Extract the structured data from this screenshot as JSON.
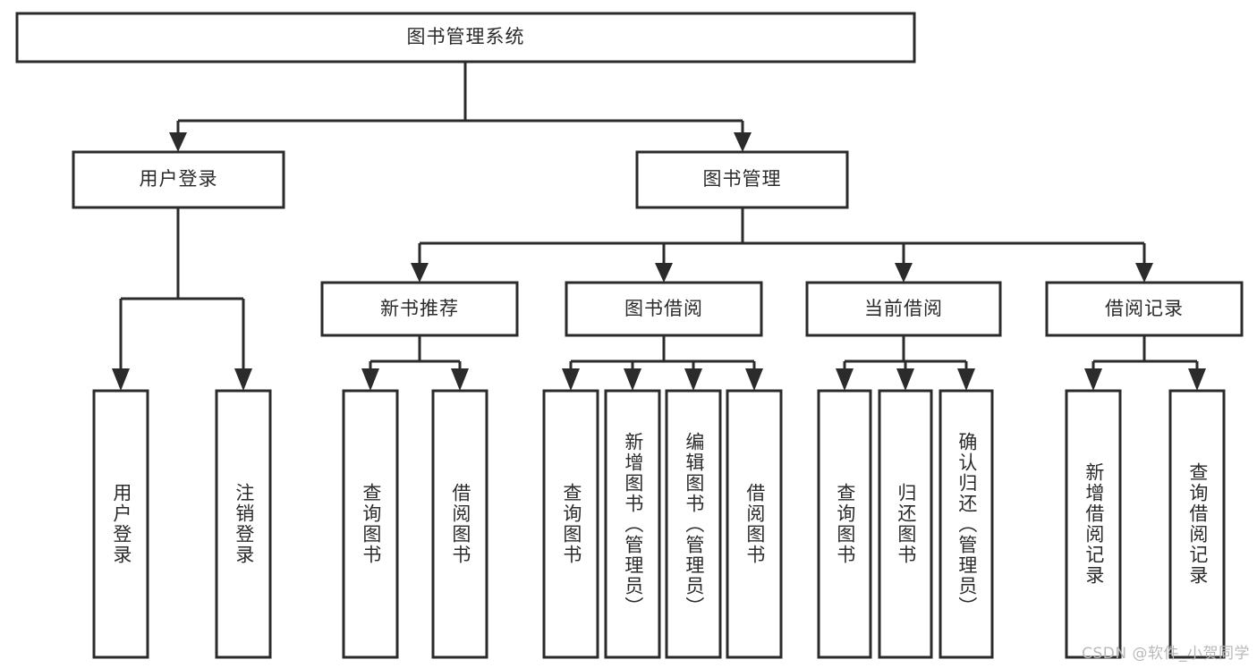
{
  "diagram": {
    "type": "tree-hierarchy",
    "title": "图书管理系统",
    "orientation": "top-down",
    "colors": {
      "stroke": "#2b2b2b",
      "fill": "#ffffff",
      "background": "#ffffff",
      "watermark": "#b9b9b9"
    },
    "nodes": {
      "root": {
        "label": "图书管理系统",
        "level": 0
      },
      "level1": [
        {
          "id": "user-login",
          "label": "用户登录"
        },
        {
          "id": "book-management",
          "label": "图书管理"
        }
      ],
      "level2": [
        {
          "id": "new-book-recommend",
          "label": "新书推荐",
          "parent": "book-management"
        },
        {
          "id": "book-borrow",
          "label": "图书借阅",
          "parent": "book-management"
        },
        {
          "id": "current-borrow",
          "label": "当前借阅",
          "parent": "book-management"
        },
        {
          "id": "borrow-record",
          "label": "借阅记录",
          "parent": "book-management"
        }
      ],
      "leaves": {
        "user-login": [
          {
            "id": "leaf-user-login",
            "label": "用户登录"
          },
          {
            "id": "leaf-user-logout",
            "label": "注销登录"
          }
        ],
        "new-book-recommend": [
          {
            "id": "leaf-query-book-1",
            "label": "查询图书"
          },
          {
            "id": "leaf-borrow-book-1",
            "label": "借阅图书"
          }
        ],
        "book-borrow": [
          {
            "id": "leaf-query-book-2",
            "label": "查询图书"
          },
          {
            "id": "leaf-add-book",
            "label": "新增图书（管理员）"
          },
          {
            "id": "leaf-edit-book",
            "label": "编辑图书（管理员）"
          },
          {
            "id": "leaf-borrow-book-2",
            "label": "借阅图书"
          }
        ],
        "current-borrow": [
          {
            "id": "leaf-query-book-3",
            "label": "查询图书"
          },
          {
            "id": "leaf-return-book",
            "label": "归还图书"
          },
          {
            "id": "leaf-confirm-return",
            "label": "确认归还（管理员）"
          }
        ],
        "borrow-record": [
          {
            "id": "leaf-add-record",
            "label": "新增借阅记录"
          },
          {
            "id": "leaf-query-record",
            "label": "查询借阅记录"
          }
        ]
      }
    },
    "watermark": "CSDN @软件_小贺同学"
  }
}
